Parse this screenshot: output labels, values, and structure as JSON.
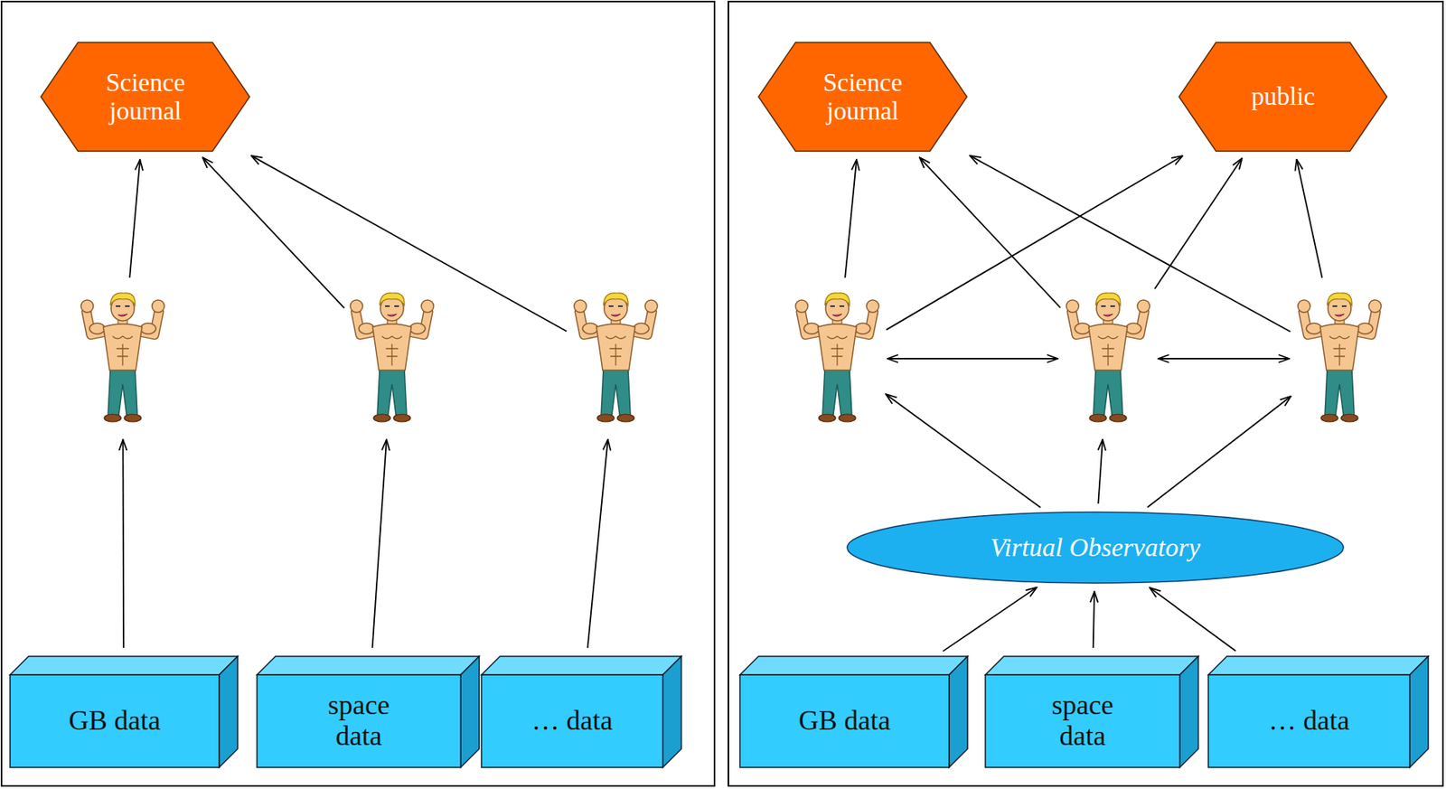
{
  "diagram": {
    "nodes": [
      {
        "text": [
          "Science journal"
        ]
      },
      {
        "text": []
      },
      {
        "text": []
      },
      {
        "text": []
      },
      {
        "text": [
          "GB data"
        ]
      },
      {
        "text": [
          "space data"
        ]
      },
      {
        "text": [
          "… data"
        ]
      },
      {
        "text": [
          "Science journal"
        ]
      },
      {
        "text": [
          "public"
        ]
      },
      {
        "text": []
      },
      {
        "text": []
      },
      {
        "text": []
      },
      {
        "text": [
          "Virtual Observatory"
        ]
      },
      {
        "text": [
          "GB data"
        ]
      },
      {
        "text": [
          "space data"
        ]
      },
      {
        "text": [
          "… data"
        ]
      }
    ],
    "edges": [
      {
        "from": 4,
        "to": 1,
        "arrow": "to"
      },
      {
        "from": 5,
        "to": 2,
        "arrow": "to"
      },
      {
        "from": 6,
        "to": 3,
        "arrow": "to"
      },
      {
        "from": 1,
        "to": 0,
        "arrow": "to"
      },
      {
        "from": 2,
        "to": 0,
        "arrow": "to"
      },
      {
        "from": 3,
        "to": 0,
        "arrow": "to"
      },
      {
        "from": 13,
        "to": 12,
        "arrow": "to"
      },
      {
        "from": 14,
        "to": 12,
        "arrow": "to"
      },
      {
        "from": 15,
        "to": 12,
        "arrow": "to"
      },
      {
        "from": 12,
        "to": 9,
        "arrow": "to"
      },
      {
        "from": 12,
        "to": 10,
        "arrow": "to"
      },
      {
        "from": 12,
        "to": 11,
        "arrow": "to"
      },
      {
        "from": 9,
        "to": 10,
        "arrow": "both"
      },
      {
        "from": 10,
        "to": 11,
        "arrow": "both"
      },
      {
        "from": 9,
        "to": 7,
        "arrow": "to"
      },
      {
        "from": 9,
        "to": 8,
        "arrow": "to"
      },
      {
        "from": 10,
        "to": 7,
        "arrow": "to"
      },
      {
        "from": 10,
        "to": 8,
        "arrow": "to"
      },
      {
        "from": 11,
        "to": 7,
        "arrow": "to"
      },
      {
        "from": 11,
        "to": 8,
        "arrow": "to"
      }
    ]
  }
}
